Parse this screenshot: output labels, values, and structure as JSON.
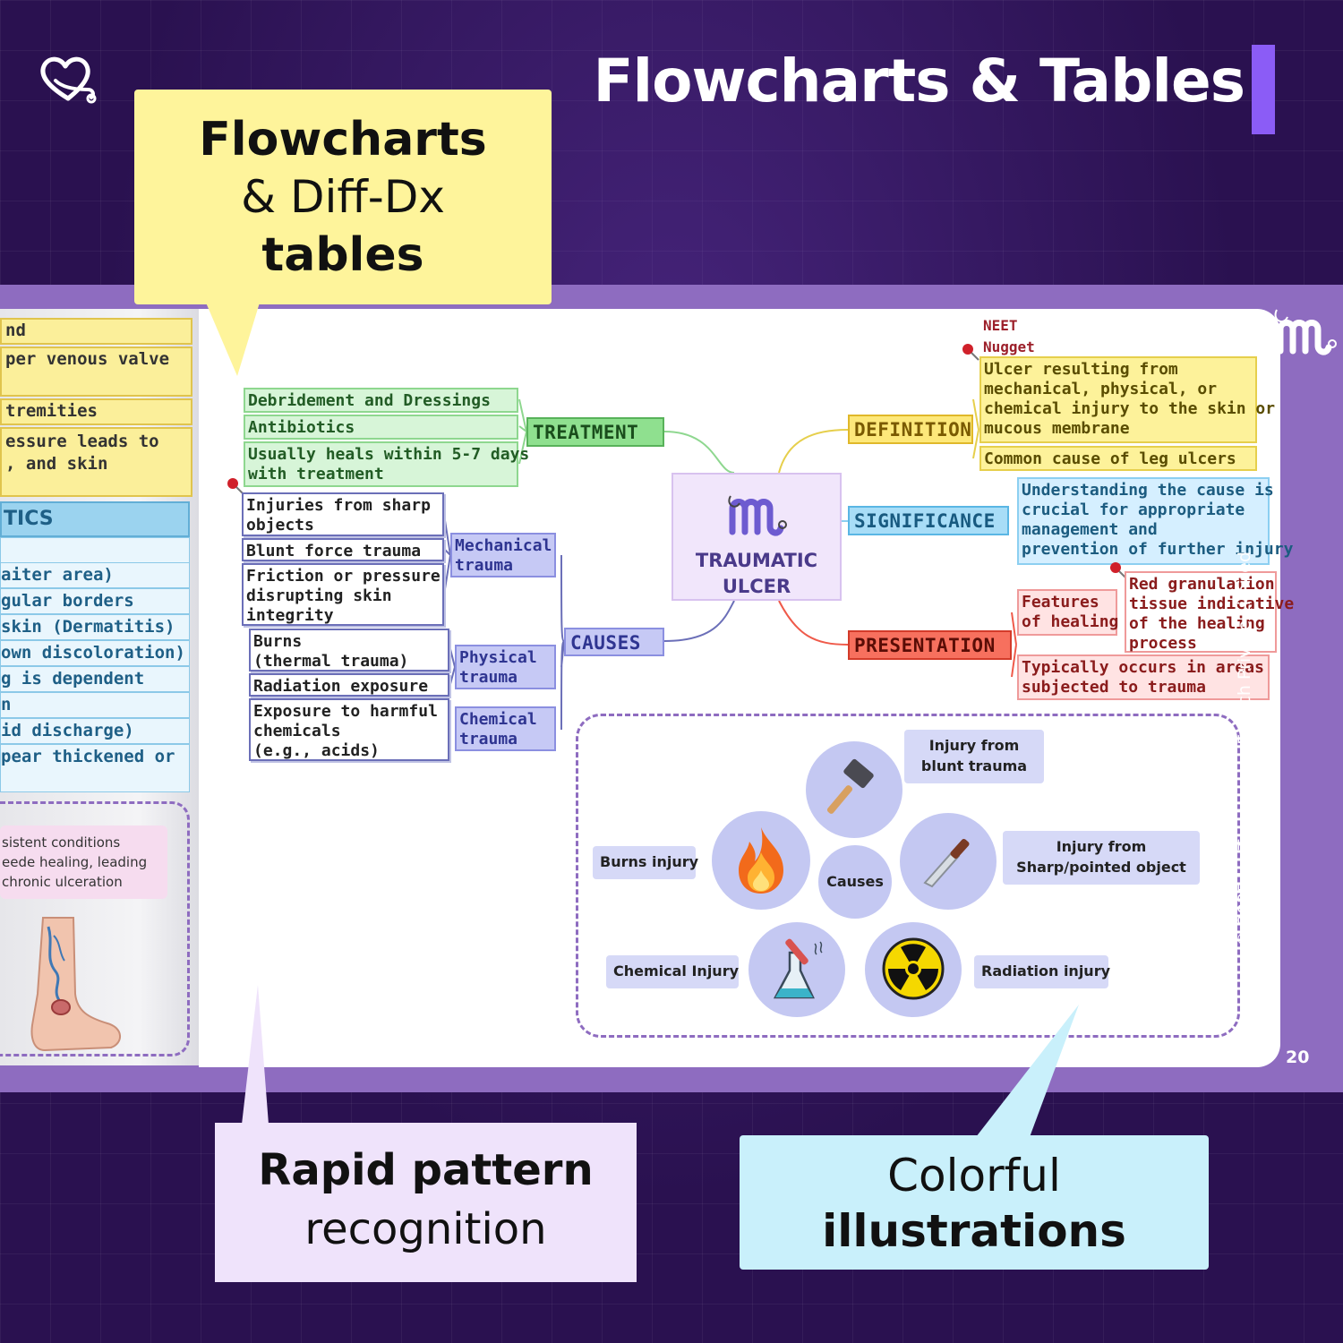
{
  "header": {
    "title": "Flowcharts & Tables",
    "accent_color": "#8b5cf6",
    "logo_icon": "heart-stethoscope-icon"
  },
  "callouts": {
    "flowcharts": {
      "line1": "Flowcharts",
      "line2": "& Diff-Dx",
      "line3": "tables",
      "color": "#fef49b"
    },
    "rapid": {
      "line1": "Rapid pattern",
      "line2": "recognition",
      "color": "#efe3fb"
    },
    "colorful": {
      "line1": "Colorful",
      "line2": "illustrations",
      "color": "#c9f0fb"
    }
  },
  "left_page": {
    "yellow_rows": [
      "nd",
      "per venous valve",
      "tremities",
      "essure leads to\n, and skin"
    ],
    "table_header": "TICS",
    "table_rows": [
      "",
      "aiter area)",
      "gular borders",
      " skin (Dermatitis)",
      "own discoloration)",
      "g is dependent",
      "n",
      "id discharge)",
      "pear thickened or"
    ],
    "note": "sistent conditions\neede healing, leading\nchronic ulceration",
    "illustration": "leg-ulcer-illustration"
  },
  "mindmap": {
    "center": {
      "title": "TRAUMATIC\nULCER",
      "icon": "brand-m-stethoscope-icon"
    },
    "treatment": {
      "label": "TREATMENT",
      "items": [
        "Debridement and Dressings",
        "Antibiotics",
        "Usually heals within 5-7 days\nwith treatment"
      ]
    },
    "causes": {
      "label": "CAUSES",
      "groups": [
        {
          "label": "Mechanical\ntrauma",
          "items": [
            "Injuries from sharp\nobjects",
            "Blunt force trauma",
            "Friction or pressure\ndisrupting skin\nintegrity"
          ]
        },
        {
          "label": "Physical\ntrauma",
          "items": [
            "Burns\n(thermal trauma)",
            "Radiation exposure"
          ]
        },
        {
          "label": "Chemical\ntrauma",
          "items": [
            "Exposure to harmful\nchemicals\n(e.g., acids)"
          ]
        }
      ]
    },
    "definition": {
      "label": "DEFINITION",
      "tag": "NEET\nNugget",
      "items": [
        "Ulcer resulting from\nmechanical, physical, or\nchemical injury to the skin or\nmucous membrane",
        "Common cause of leg ulcers"
      ]
    },
    "significance": {
      "label": "SIGNIFICANCE",
      "items": [
        "Understanding the cause is\ncrucial for appropriate\nmanagement and\nprevention of further injury"
      ]
    },
    "presentation": {
      "label": "PRESENTATION",
      "sub_label": "Features\nof healing",
      "sub_item": "Red granulation\ntissue indicative\nof the healing\nprocess",
      "items": [
        "Typically occurs in areas\nsubjected to trauma"
      ]
    }
  },
  "causes_panel": {
    "center": "Causes",
    "items": [
      {
        "label": "Injury from\nblunt trauma",
        "icon": "hammer-icon"
      },
      {
        "label": "Injury from\nSharp/pointed object",
        "icon": "knife-icon"
      },
      {
        "label": "Radiation injury",
        "icon": "radiation-icon"
      },
      {
        "label": "Chemical Injury",
        "icon": "chemical-flask-icon"
      },
      {
        "label": "Burns injury",
        "icon": "fire-icon"
      }
    ]
  },
  "footer": {
    "copyright": "© 2025 by Teachspoon EdTech Private Limited",
    "page_number": "20"
  }
}
